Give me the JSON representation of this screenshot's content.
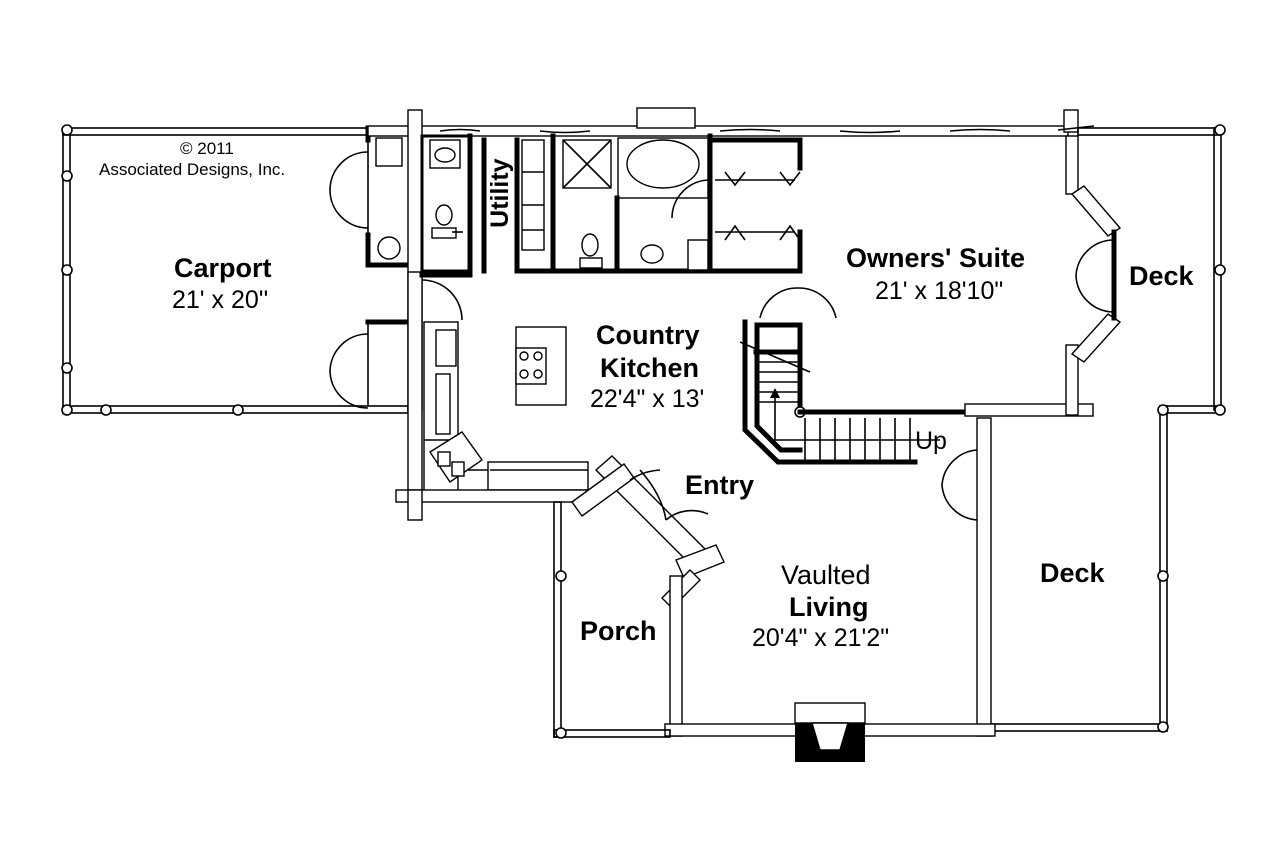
{
  "copyright": {
    "line1": "© 2011",
    "line2": "Associated Designs, Inc."
  },
  "rooms": {
    "carport": {
      "name": "Carport",
      "size": "21' x 20''"
    },
    "utility": {
      "name": "Utility"
    },
    "owners_suite": {
      "name": "Owners' Suite",
      "size": "21' x 18'10\""
    },
    "deck_upper": {
      "name": "Deck"
    },
    "country_kitchen": {
      "name_line1": "Country",
      "name_line2": "Kitchen",
      "size": "22'4\" x 13'"
    },
    "entry": {
      "name": "Entry"
    },
    "stairs": {
      "label": "Up"
    },
    "deck_lower": {
      "name": "Deck"
    },
    "porch": {
      "name": "Porch"
    },
    "living": {
      "name_line1": "Vaulted",
      "name_line2": "Living",
      "size": "20'4\" x 21'2\""
    }
  }
}
